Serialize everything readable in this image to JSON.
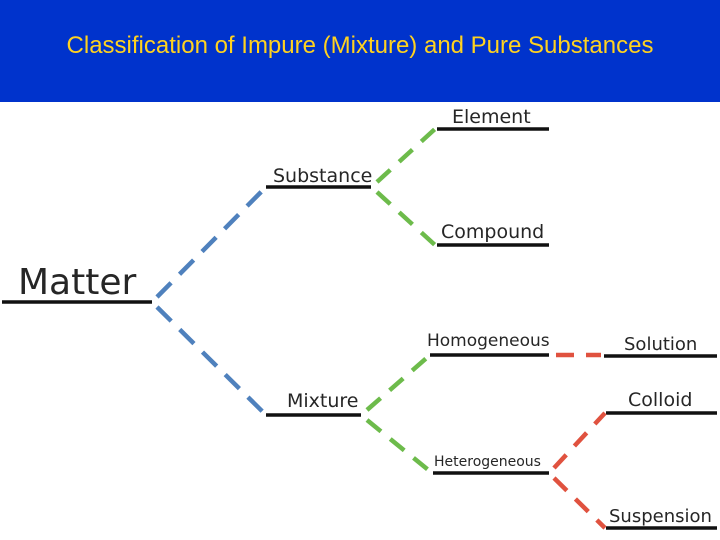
{
  "title": "Classification of Impure (Mixture) and Pure Substances",
  "colors": {
    "title_background": "#0033cc",
    "title_text": "#ffd21f",
    "branch_blue": "#4f81bd",
    "branch_green": "#6dbb4b",
    "branch_red": "#e0523f",
    "node_underline": "#111111"
  },
  "nodes": {
    "matter": "Matter",
    "substance": "Substance",
    "mixture": "Mixture",
    "element": "Element",
    "compound": "Compound",
    "homogeneous": "Homogeneous",
    "heterogeneous": "Heterogeneous",
    "solution": "Solution",
    "colloid": "Colloid",
    "suspension": "Suspension"
  }
}
